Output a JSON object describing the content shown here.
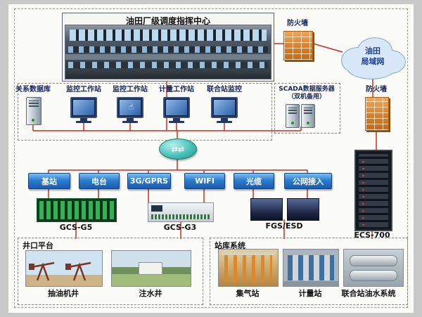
{
  "colors": {
    "connector_red": "#d42a1e",
    "bus_blue": "#2e7cd0",
    "firewall_orange": "#d97b22",
    "cloud_fill": "#d9e8f8"
  },
  "icons": {
    "router_arrows": "⇄⇄",
    "hand_cursor": "☝"
  },
  "diagram": {
    "control_center_title": "油田厂级调度指挥中心",
    "firewall_top": "防火墙",
    "firewall_right": "防火墙",
    "cloud": {
      "line1": "油田",
      "line2": "局域网"
    },
    "workstations": [
      "关系数据库",
      "监控工作站",
      "监控工作站",
      "计量工作站",
      "联合站监控"
    ],
    "scada": {
      "line1": "SCADA数据服务器",
      "line2": "（双机备用）"
    },
    "bus": [
      "基站",
      "电台",
      "3G/GPRS",
      "WIFI",
      "光缆",
      "公网接入"
    ],
    "devices": [
      "GCS-G5",
      "GCS-G3",
      "FGS/ESD",
      "ECS-700"
    ],
    "wellhead": {
      "title": "井口平台",
      "items": [
        "抽油机井",
        "注水井"
      ]
    },
    "station": {
      "title": "站库系统",
      "items": [
        "集气站",
        "计量站",
        "联合站油水系统"
      ]
    }
  }
}
